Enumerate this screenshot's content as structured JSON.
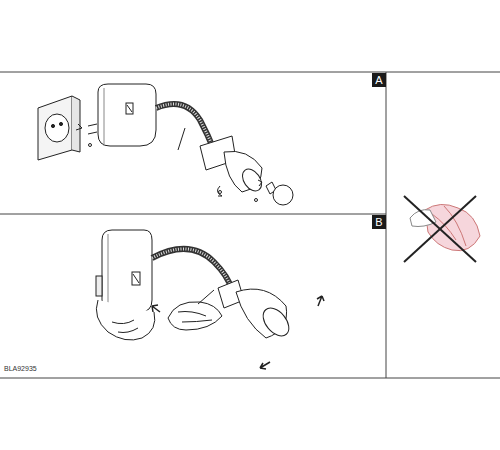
{
  "diagram": {
    "nodes": [
      {
        "text": [
          "A"
        ]
      },
      {
        "text": [
          "B"
        ]
      }
    ],
    "labels": [
      "BLA92935"
    ]
  }
}
